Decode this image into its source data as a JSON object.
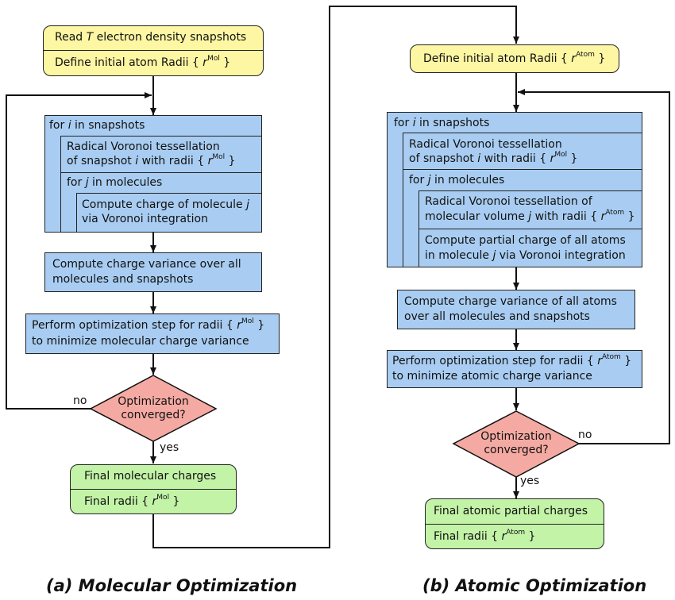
{
  "left": {
    "start_l1_pre": "Read ",
    "start_l1_var": "T",
    "start_l1_post": " electron density snapshots",
    "start_l2_pre": "Define initial atom Radii { ",
    "start_l2_r": "r",
    "start_l2_sup": "Mol",
    "start_l2_post": " }",
    "loop_i_pre": "for ",
    "loop_i_var": "i",
    "loop_i_post": " in snapshots",
    "tess_l1": "Radical Voronoi tessellation",
    "tess_l2_pre": "of snapshot ",
    "tess_l2_var": "i",
    "tess_l2_mid": " with radii { ",
    "tess_l2_r": "r",
    "tess_l2_sup": "Mol",
    "tess_l2_post": " }",
    "loop_j_pre": "for ",
    "loop_j_var": "j",
    "loop_j_post": " in molecules",
    "comp_l1_pre": "Compute charge of molecule ",
    "comp_l1_var": "j",
    "comp_l2": "via Voronoi integration",
    "var_l1": "Compute charge variance over all",
    "var_l2": "molecules and snapshots",
    "opt_l1_pre": "Perform optimization step for radii { ",
    "opt_l1_r": "r",
    "opt_l1_sup": "Mol",
    "opt_l1_post": " }",
    "opt_l2": "to minimize molecular charge variance",
    "dec_l1": "Optimization",
    "dec_l2": "converged?",
    "no": "no",
    "yes": "yes",
    "fin_l1": "Final molecular charges",
    "fin_l2_pre": "Final radii { ",
    "fin_l2_r": "r",
    "fin_l2_sup": "Mol",
    "fin_l2_post": " }",
    "caption": "(a) Molecular Optimization"
  },
  "right": {
    "start_pre": "Define initial atom Radii { ",
    "start_r": "r",
    "start_sup": "Atom",
    "start_post": " }",
    "loop_i_pre": "for ",
    "loop_i_var": "i",
    "loop_i_post": " in snapshots",
    "tess_l1": "Radical Voronoi tessellation",
    "tess_l2_pre": "of snapshot ",
    "tess_l2_var": "i",
    "tess_l2_mid": " with radii { ",
    "tess_l2_r": "r",
    "tess_l2_sup": "Mol",
    "tess_l2_post": " }",
    "loop_j_pre": "for ",
    "loop_j_var": "j",
    "loop_j_post": " in molecules",
    "mtess_l1": "Radical Voronoi tessellation of",
    "mtess_l2_pre": "molecular volume ",
    "mtess_l2_var": "j",
    "mtess_l2_mid": " with radii { ",
    "mtess_l2_r": "r",
    "mtess_l2_sup": "Atom",
    "mtess_l2_post": " }",
    "part_l1": "Compute partial charge of all atoms",
    "part_l2_pre": "in molecule ",
    "part_l2_var": "j",
    "part_l2_post": " via Voronoi integration",
    "var_l1": "Compute charge variance of all atoms",
    "var_l2": "over all molecules and snapshots",
    "opt_l1_pre": "Perform optimization step for radii { ",
    "opt_l1_r": "r",
    "opt_l1_sup": "Atom",
    "opt_l1_post": " }",
    "opt_l2": "to minimize atomic charge variance",
    "dec_l1": "Optimization",
    "dec_l2": "converged?",
    "no": "no",
    "yes": "yes",
    "fin_l1": "Final atomic partial charges",
    "fin_l2_pre": "Final radii { ",
    "fin_l2_r": "r",
    "fin_l2_sup": "Atom",
    "fin_l2_post": " }",
    "caption": "(b) Atomic Optimization"
  }
}
